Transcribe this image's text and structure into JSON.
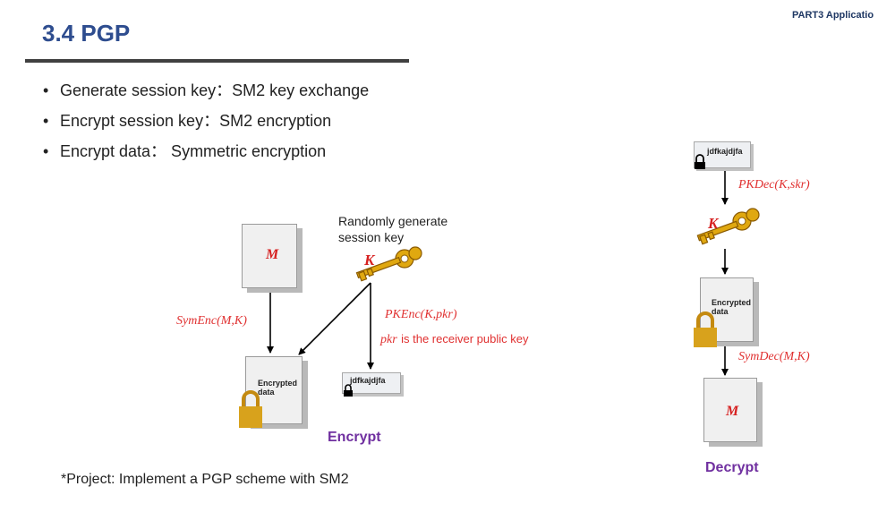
{
  "header": {
    "part_label": "PART3  Applicatio",
    "title": "3.4  PGP"
  },
  "bullets": [
    "Generate session key：SM2 key exchange",
    "Encrypt session key：SM2 encryption",
    "Encrypt data： Symmetric encryption"
  ],
  "encrypt_diagram": {
    "message_label": "M",
    "key_label": "K",
    "random_key_caption": "Randomly generate session key",
    "sym_enc_label": "SymEnc(M,K)",
    "pk_enc_label": "PKEnc(K,pkr)",
    "pk_note": "is the receiver public key",
    "pk_symbol": "pkr",
    "encrypted_data_label": "Encrypted data",
    "cipher_label": "jdfkajdjfa",
    "section_label": "Encrypt"
  },
  "decrypt_diagram": {
    "cipher_label": "jdfkajdjfa",
    "pk_dec_label": "PKDec(K,skr)",
    "key_label": "K",
    "encrypted_data_label": "Encrypted data",
    "sym_dec_label": "SymDec(M,K)",
    "message_label": "M",
    "section_label": "Decrypt"
  },
  "footer": {
    "project_note": "*Project: Implement a PGP scheme with SM2"
  },
  "colors": {
    "title": "#2e4d8f",
    "accent_red": "#e03030",
    "section_purple": "#7030a0",
    "lock_gold": "#d8a21c",
    "key_gold": "#e0a810"
  }
}
